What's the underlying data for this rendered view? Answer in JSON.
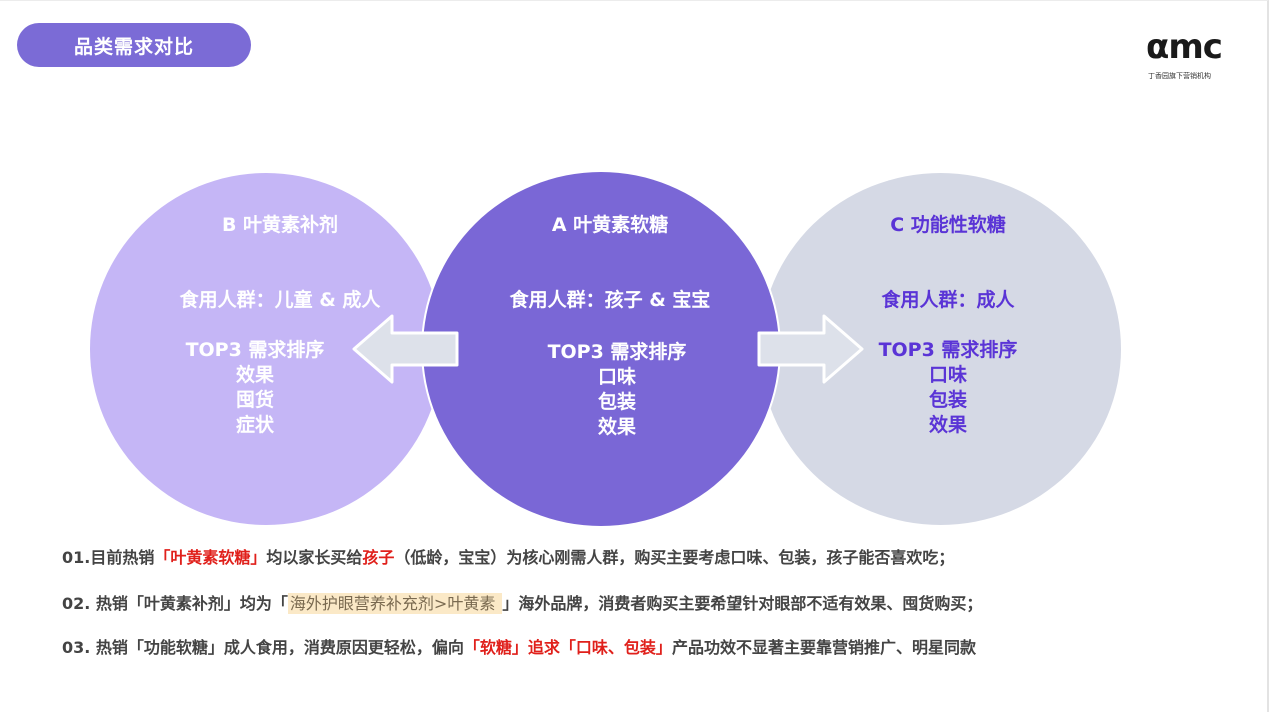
{
  "header": {
    "title": "品类需求对比"
  },
  "logo": {
    "word": "αmc",
    "tagline": "丁香园旗下营销机构"
  },
  "circles": {
    "b": {
      "title": "B 叶黄素补剂",
      "audience": "食用人群：儿童 & 成人",
      "rank_title": "TOP3 需求排序",
      "items": [
        "效果",
        "囤货",
        "症状"
      ]
    },
    "a": {
      "title": "A 叶黄素软糖",
      "audience": "食用人群：孩子 & 宝宝",
      "rank_title": "TOP3 需求排序",
      "items": [
        "口味",
        "包装",
        "效果"
      ]
    },
    "c": {
      "title": "C 功能性软糖",
      "audience": "食用人群：成人",
      "rank_title": "TOP3 需求排序",
      "items": [
        "口味",
        "包装",
        "效果"
      ]
    }
  },
  "colors": {
    "circle_a": "#7a67d6",
    "circle_b": "#c5b6f6",
    "circle_c": "#d5d9e5",
    "accent_red": "#e0201b",
    "title_pill": "#7b6bd6",
    "circle_c_text": "#5a34d6"
  },
  "notes": {
    "n1": {
      "p1": "01.目前热销",
      "p2": "「叶黄素软糖」",
      "p3": "均以家长买给",
      "p4": "孩子",
      "p5": "（低龄，宝宝）为核心刚需人群，购买主要考虑口味、包装，孩子能否喜欢吃；"
    },
    "n2": {
      "p1": "02. 热销「叶黄素补剂」均为「",
      "p2": "海外护眼营养补充剂>叶黄素 ",
      "p3": "」海外品牌，消费者购买主要希望针对眼部不适有效果、囤货购买；"
    },
    "n3": {
      "p1": "03. 热销「功能软糖」成人食用，消费原因更轻松，偏向",
      "p2": "「软糖」追求「口味、包装」",
      "p3": "产品功效不显著主要靠营销推广、明星同款"
    }
  }
}
